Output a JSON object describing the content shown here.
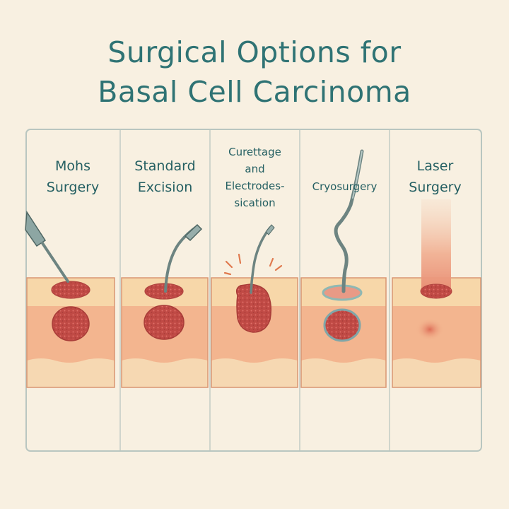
{
  "title": {
    "line1": "Surgical Options for",
    "line2": "Basal Cell Carcinoma"
  },
  "panels": [
    {
      "id": "mohs",
      "label_lines": [
        "Mohs",
        "Surgery"
      ],
      "illustration": "scalpel-tool-removing-tumor-layer"
    },
    {
      "id": "excision",
      "label_lines": [
        "Standard",
        "Excision"
      ],
      "illustration": "probe-tool-with-excised-tumor"
    },
    {
      "id": "curettage",
      "label_lines": [
        "Curettage",
        "and",
        "Electrodes-",
        "sication"
      ],
      "illustration": "curette-with-spark-lines"
    },
    {
      "id": "cryo",
      "label_lines": [
        "Cryosurgery"
      ],
      "illustration": "cryoprobe-with-frozen-tumor"
    },
    {
      "id": "laser",
      "label_lines": [
        "Laser",
        "Surgery"
      ],
      "illustration": "laser-beam-into-skin"
    }
  ],
  "colors": {
    "background": "#f8f0e1",
    "title": "#2f7374",
    "label": "#245f62",
    "skin_top": "#f7d7a9",
    "skin_mid": "#f3b58f",
    "skin_low": "#f6d8b2",
    "tumor": "#c8524c",
    "frame": "#b9c6c0"
  }
}
